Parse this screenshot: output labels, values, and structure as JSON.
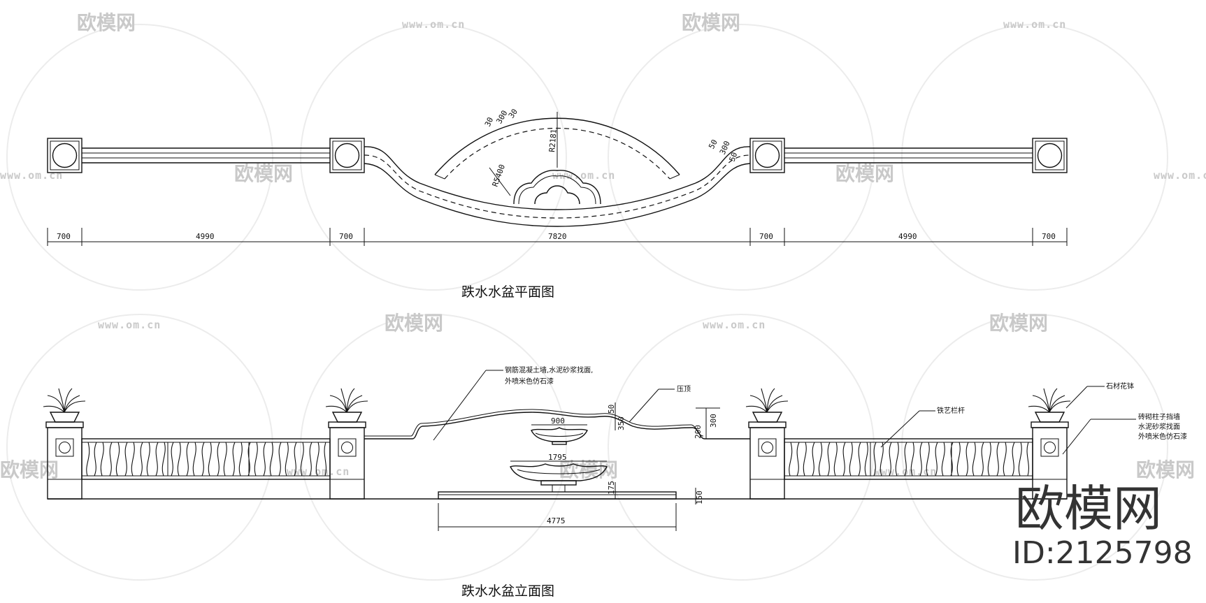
{
  "plan": {
    "title": "跌水水盆平面图",
    "dims": [
      "700",
      "4990",
      "700",
      "7820",
      "700",
      "4990",
      "700"
    ],
    "arc_labels": [
      "30",
      "300",
      "30",
      "50",
      "300",
      "50",
      "R2181",
      "R5400"
    ]
  },
  "elevation": {
    "title": "跌水水盆立面图",
    "notes": {
      "wall": "钢筋混凝土墙,水泥砂浆找面,",
      "wall2": "外喷米色仿石漆",
      "coping": "压顶",
      "railing": "铁艺栏杆",
      "planter": "石材花钵",
      "pillar": "砖砌柱子挡墙",
      "pillar2": "水泥砂浆找面",
      "pillar3": "外喷米色仿石漆"
    },
    "dims": {
      "upper_bowl": "900",
      "lower_bowl": "1795",
      "basin": "4775",
      "h50": "50",
      "h350": "350",
      "h300": "300",
      "h200": "200",
      "h175": "175",
      "h150": "150"
    }
  },
  "watermark": {
    "brand": "欧模网",
    "url": "www.om.cn"
  },
  "brand_block": {
    "name": "欧模网",
    "id": "ID:2125798"
  }
}
